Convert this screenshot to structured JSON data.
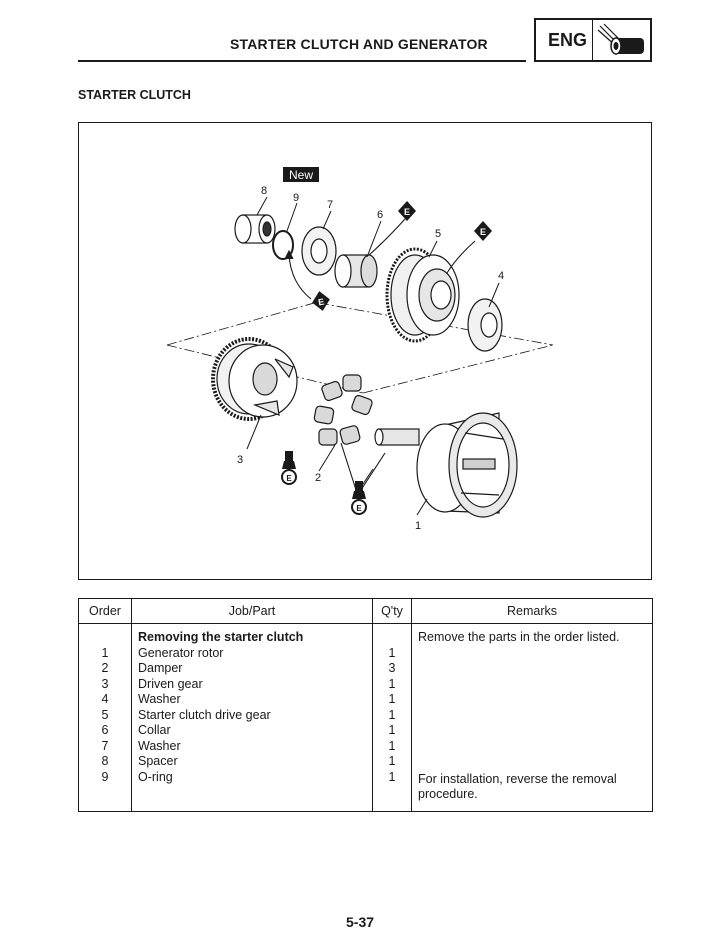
{
  "header": {
    "title": "STARTER CLUTCH AND GENERATOR",
    "badge_label": "ENG",
    "badge_icon": "wrench-bolt-icon"
  },
  "section": {
    "title": "STARTER CLUTCH"
  },
  "figure": {
    "new_tag": "New",
    "lube_mark": "E",
    "callouts": [
      "1",
      "2",
      "3",
      "4",
      "5",
      "6",
      "7",
      "8",
      "9"
    ]
  },
  "table": {
    "headers": {
      "order": "Order",
      "job": "Job/Part",
      "qty": "Q'ty",
      "remarks": "Remarks"
    },
    "job_heading": "Removing the starter clutch",
    "remarks_top": "Remove the parts in the order listed.",
    "remarks_bottom": "For installation, reverse the removal procedure.",
    "rows": [
      {
        "order": "1",
        "part": "Generator rotor",
        "qty": "1"
      },
      {
        "order": "2",
        "part": "Damper",
        "qty": "3"
      },
      {
        "order": "3",
        "part": "Driven gear",
        "qty": "1"
      },
      {
        "order": "4",
        "part": "Washer",
        "qty": "1"
      },
      {
        "order": "5",
        "part": "Starter clutch drive gear",
        "qty": "1"
      },
      {
        "order": "6",
        "part": "Collar",
        "qty": "1"
      },
      {
        "order": "7",
        "part": "Washer",
        "qty": "1"
      },
      {
        "order": "8",
        "part": "Spacer",
        "qty": "1"
      },
      {
        "order": "9",
        "part": "O-ring",
        "qty": "1"
      }
    ]
  },
  "page_number": "5-37"
}
